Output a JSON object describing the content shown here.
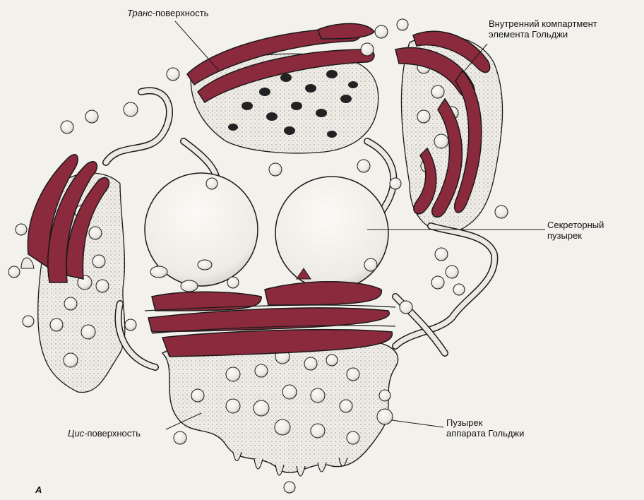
{
  "labels": {
    "trans_italic": "Транс",
    "trans_rest": "-поверхность",
    "inner_line1": "Внутренний компартмент",
    "inner_line2": "элемента Гольджи",
    "secretory_line1": "Секреторный",
    "secretory_line2": "пузырек",
    "vesicle_line1": "Пузырек",
    "vesicle_line2": "аппарата Гольджи",
    "cis_italic": "Цис",
    "cis_rest": "-поверхность",
    "panel_letter": "А"
  },
  "colors": {
    "cisterna_fill": "#8a2a3c",
    "membrane_fill": "#ece9e3",
    "outline": "#1a1a1a",
    "background": "#f3f1ec"
  }
}
